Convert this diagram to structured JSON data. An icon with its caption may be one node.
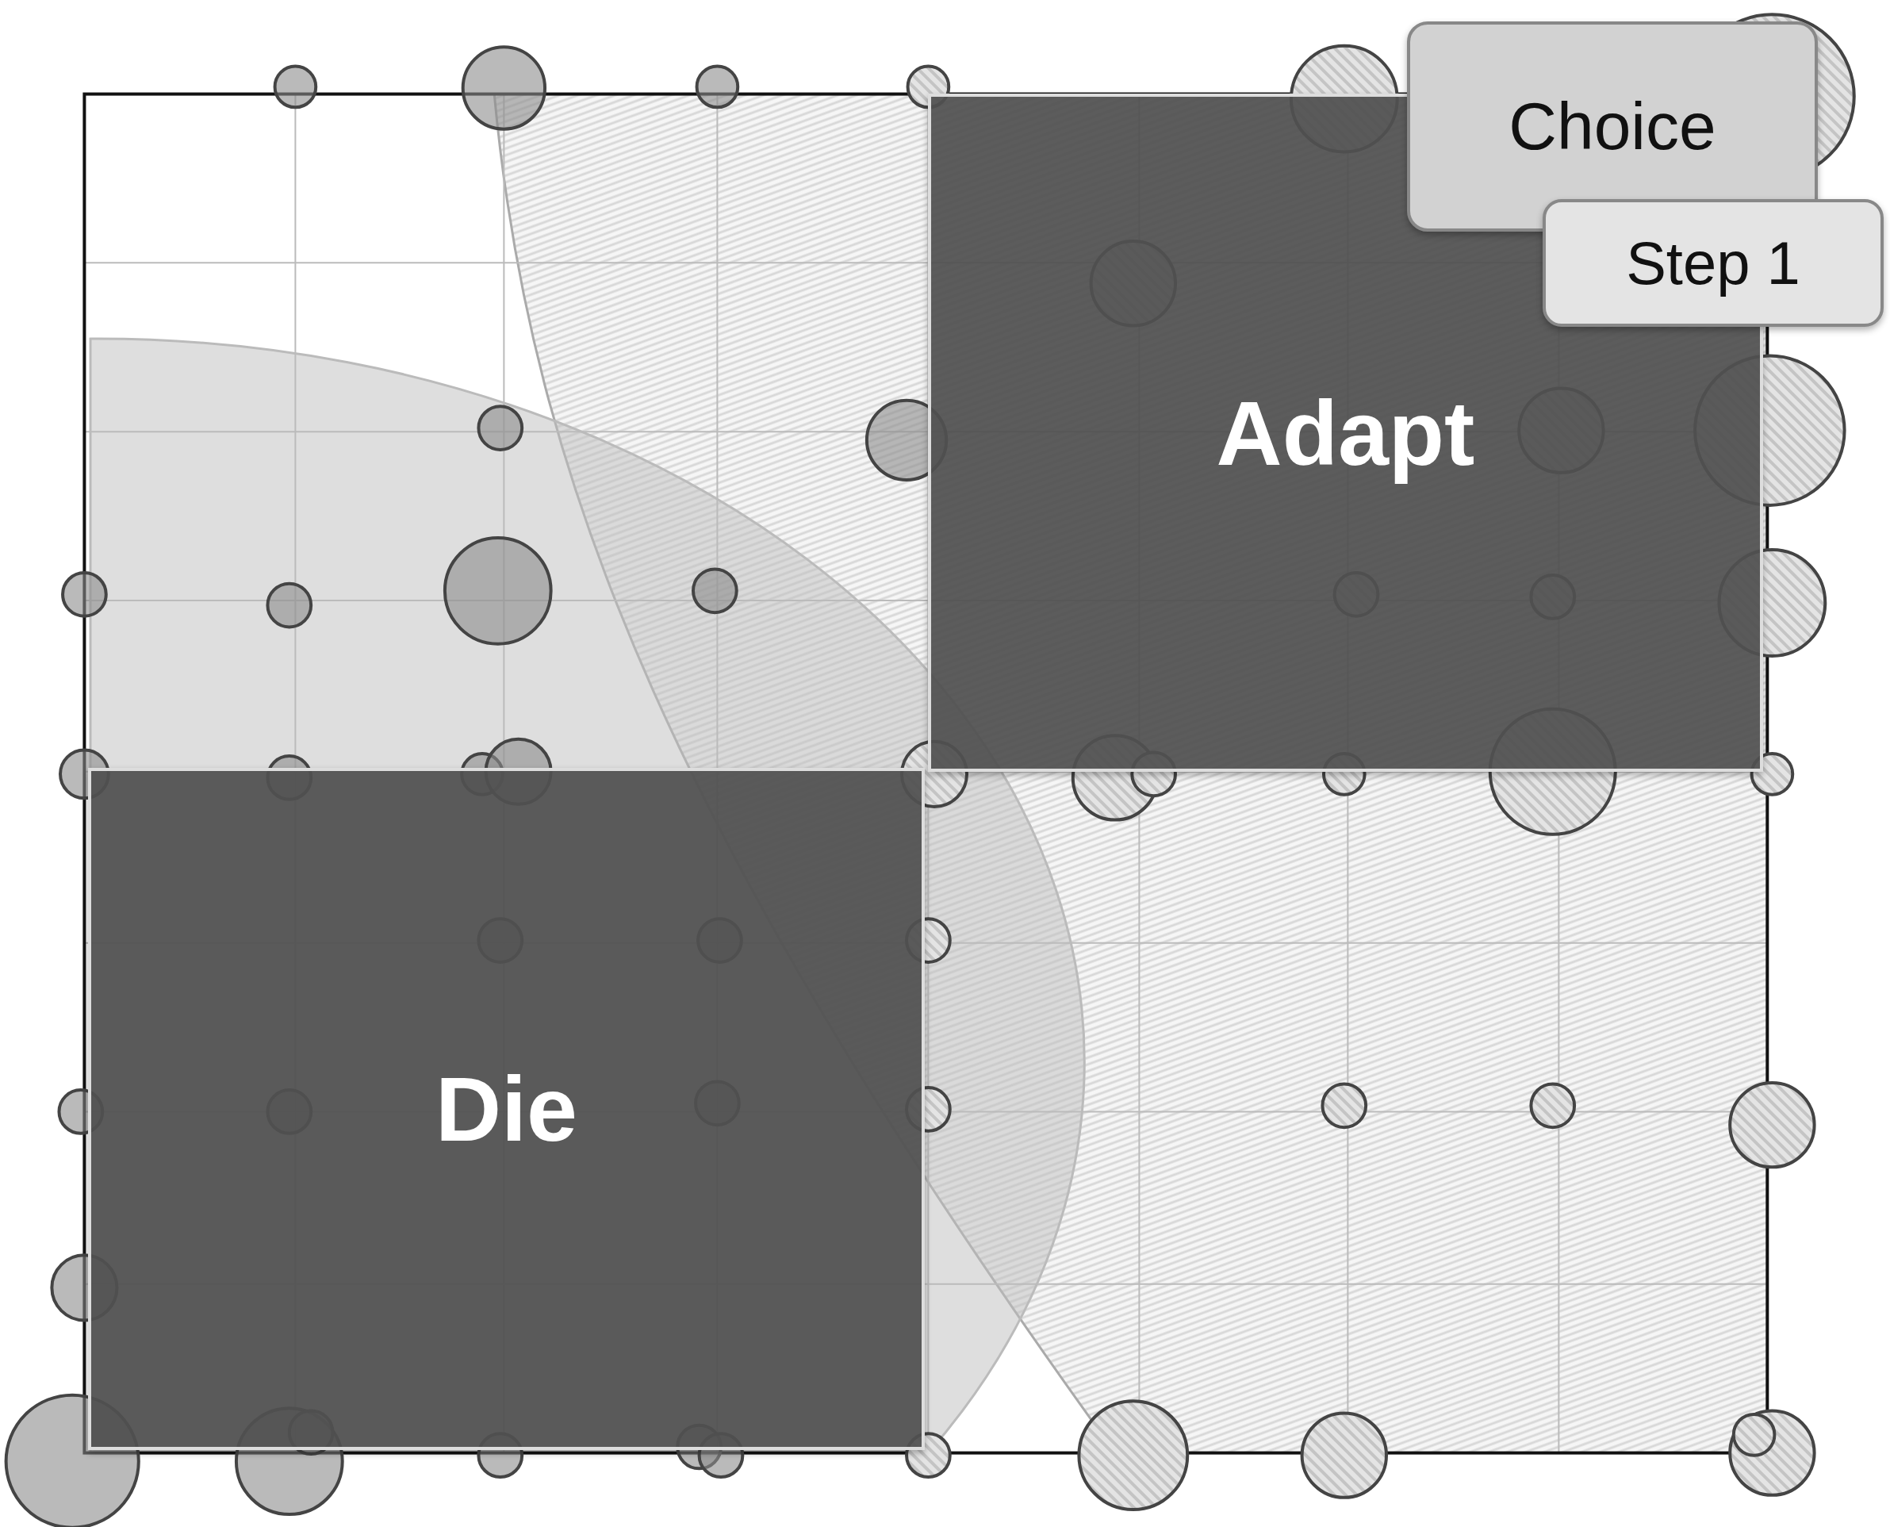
{
  "diagram": {
    "nodes": [
      {
        "text": [
          "Choice"
        ]
      },
      {
        "text": [
          "Step 1"
        ]
      },
      {
        "text": [
          "Adapt"
        ]
      },
      {
        "text": [
          "Die"
        ]
      }
    ]
  }
}
